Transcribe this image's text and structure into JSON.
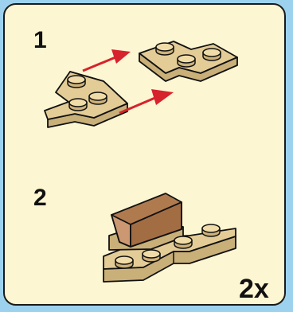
{
  "instructions": {
    "steps": [
      {
        "number": "1"
      },
      {
        "number": "2",
        "quantity": "2x"
      }
    ]
  },
  "colors": {
    "background": "#9cd2ee",
    "panel": "#fdf6d2",
    "tan": "#e3cc96",
    "stud_top": "#f0dca8",
    "arrow": "#d6232c",
    "slope": "#b07a4f"
  },
  "icons": [
    "arrow-right-icon"
  ]
}
